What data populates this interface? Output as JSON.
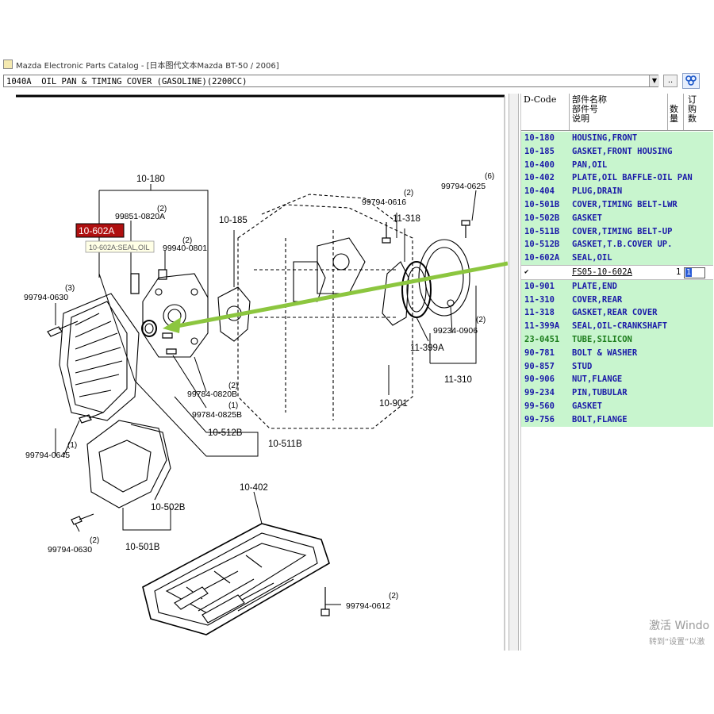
{
  "window": {
    "title": "Mazda Electronic Parts Catalog - [日本图代文本Mazda BT-50 / 2006]"
  },
  "toolbar": {
    "section_select": "1040A  OIL PAN & TIMING COVER (GASOLINE)(2200CC)",
    "dots_label": "..",
    "dropdown_icon": "chevron-down-icon",
    "link_icon": "chain-link-icon"
  },
  "diagram": {
    "callout_box": "10-602A",
    "tooltip": "10-602A:SEAL,OIL",
    "labels": {
      "l10180": "10-180",
      "l10185": "10-185",
      "l99851": "99851-0820A",
      "l99940": "99940-0801",
      "l99794_0630a": "99794-0630",
      "q3": "(3)",
      "l99794_0616": "99794-0616",
      "q2a": "(2)",
      "l11318": "11-318",
      "l99794_0625": "99794-0625",
      "q6": "(6)",
      "q2b": "(2)",
      "q2c": "(2)",
      "l99234": "99234-0906",
      "q2d": "(2)",
      "l11399A": "11-399A",
      "l11310": "11-310",
      "l10901": "10-901",
      "l99784_0820": "99784-0820B",
      "q2e": "(2)",
      "l99784_0825": "99784-0825B",
      "q1a": "(1)",
      "l10512": "10-512B",
      "l10511": "10-511B",
      "l99794_0645": "99794-0645",
      "q1b": "(1)",
      "l10402": "10-402",
      "l10502": "10-502B",
      "l10501": "10-501B",
      "l99794_0630b": "99794-0630",
      "q2f": "(2)",
      "l99794_0612": "99794-0612",
      "q2g": "(2)"
    }
  },
  "parts_table": {
    "headers": {
      "dcode": "D-Code",
      "name": "部件名称\n部件号\n说明",
      "qty": "数\n量",
      "order": "订\n购\n数"
    },
    "rows": [
      {
        "code": "10-180",
        "name": "HOUSING,FRONT",
        "style": "blue"
      },
      {
        "code": "10-185",
        "name": "GASKET,FRONT HOUSING",
        "style": "blue"
      },
      {
        "code": "10-400",
        "name": "PAN,OIL",
        "style": "blue"
      },
      {
        "code": "10-402",
        "name": "PLATE,OIL BAFFLE-OIL PAN",
        "style": "blue"
      },
      {
        "code": "10-404",
        "name": "PLUG,DRAIN",
        "style": "blue"
      },
      {
        "code": "10-501B",
        "name": "COVER,TIMING BELT-LWR",
        "style": "blue"
      },
      {
        "code": "10-502B",
        "name": "GASKET",
        "style": "blue"
      },
      {
        "code": "10-511B",
        "name": "COVER,TIMING BELT-UP",
        "style": "blue"
      },
      {
        "code": "10-512B",
        "name": "GASKET,T.B.COVER UP.",
        "style": "blue"
      },
      {
        "code": "10-602A",
        "name": "SEAL,OIL",
        "style": "blue"
      },
      {
        "code": "",
        "name": "FS05-10-602A",
        "style": "sel",
        "qty": "1",
        "order": "1",
        "check": "✔"
      },
      {
        "code": "10-901",
        "name": "PLATE,END",
        "style": "blue"
      },
      {
        "code": "11-310",
        "name": "COVER,REAR",
        "style": "blue"
      },
      {
        "code": "11-318",
        "name": "GASKET,REAR COVER",
        "style": "blue"
      },
      {
        "code": "11-399A",
        "name": "SEAL,OIL-CRANKSHAFT",
        "style": "blue"
      },
      {
        "code": "23-0451",
        "name": "TUBE,SILICON",
        "style": "green"
      },
      {
        "code": "90-781",
        "name": "BOLT & WASHER",
        "style": "blue"
      },
      {
        "code": "90-857",
        "name": "STUD",
        "style": "blue"
      },
      {
        "code": "90-906",
        "name": "NUT,FLANGE",
        "style": "blue"
      },
      {
        "code": "99-234",
        "name": "PIN,TUBULAR",
        "style": "blue"
      },
      {
        "code": "99-560",
        "name": "GASKET",
        "style": "blue"
      },
      {
        "code": "99-756",
        "name": "BOLT,FLANGE",
        "style": "blue"
      }
    ]
  },
  "watermark": {
    "line1": "激活 Windo",
    "line2": "转到“设置”以激"
  },
  "colors": {
    "highlight_row": "#c8f5ce",
    "blue_text": "#1a1aa8",
    "green_text": "#1c7d1c",
    "arrow": "#8cc63f",
    "callout": "#b01010"
  }
}
